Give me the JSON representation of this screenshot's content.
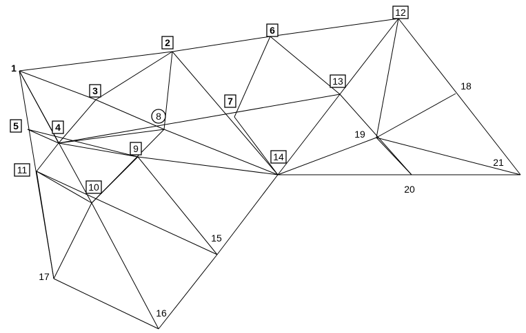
{
  "diagram": {
    "colors": {
      "stroke": "#000000",
      "background": "#ffffff"
    },
    "nodes": [
      {
        "id": "1",
        "label": "1",
        "style": "plain-bold"
      },
      {
        "id": "2",
        "label": "2",
        "style": "box-bold"
      },
      {
        "id": "3",
        "label": "3",
        "style": "box-bold"
      },
      {
        "id": "4",
        "label": "4",
        "style": "box-bold"
      },
      {
        "id": "5",
        "label": "5",
        "style": "box-bold"
      },
      {
        "id": "6",
        "label": "6",
        "style": "box-bold"
      },
      {
        "id": "7",
        "label": "7",
        "style": "box-bold"
      },
      {
        "id": "8",
        "label": "8",
        "style": "circle"
      },
      {
        "id": "9",
        "label": "9",
        "style": "box"
      },
      {
        "id": "10",
        "label": "10",
        "style": "box"
      },
      {
        "id": "11",
        "label": "11",
        "style": "box"
      },
      {
        "id": "12",
        "label": "12",
        "style": "box"
      },
      {
        "id": "13",
        "label": "13",
        "style": "box"
      },
      {
        "id": "14",
        "label": "14",
        "style": "box"
      },
      {
        "id": "15",
        "label": "15",
        "style": "plain"
      },
      {
        "id": "16",
        "label": "16",
        "style": "plain"
      },
      {
        "id": "17",
        "label": "17",
        "style": "plain"
      },
      {
        "id": "18",
        "label": "18",
        "style": "plain"
      },
      {
        "id": "19",
        "label": "19",
        "style": "plain"
      },
      {
        "id": "20",
        "label": "20",
        "style": "plain"
      },
      {
        "id": "21",
        "label": "21",
        "style": "plain"
      }
    ],
    "edges": [
      [
        "1",
        "2"
      ],
      [
        "2",
        "6"
      ],
      [
        "6",
        "12"
      ],
      [
        "1",
        "3"
      ],
      [
        "3",
        "8"
      ],
      [
        "8",
        "14"
      ],
      [
        "1",
        "4"
      ],
      [
        "1",
        "10"
      ],
      [
        "1",
        "17"
      ],
      [
        "2",
        "3"
      ],
      [
        "3",
        "4"
      ],
      [
        "2",
        "8"
      ],
      [
        "2",
        "14"
      ],
      [
        "6",
        "7"
      ],
      [
        "7",
        "14"
      ],
      [
        "6",
        "13"
      ],
      [
        "13",
        "20"
      ],
      [
        "12",
        "19"
      ],
      [
        "12",
        "13"
      ],
      [
        "13",
        "14"
      ],
      [
        "12",
        "21"
      ],
      [
        "5",
        "4"
      ],
      [
        "5",
        "9"
      ],
      [
        "4",
        "9"
      ],
      [
        "9",
        "14"
      ],
      [
        "4",
        "13"
      ],
      [
        "4",
        "11"
      ],
      [
        "4",
        "8"
      ],
      [
        "8",
        "10"
      ],
      [
        "10",
        "9"
      ],
      [
        "9",
        "15"
      ],
      [
        "11",
        "10"
      ],
      [
        "11",
        "15"
      ],
      [
        "11",
        "17"
      ],
      [
        "10",
        "17"
      ],
      [
        "10",
        "16"
      ],
      [
        "16",
        "17"
      ],
      [
        "15",
        "16"
      ],
      [
        "14",
        "15"
      ],
      [
        "14",
        "19"
      ],
      [
        "14",
        "21"
      ],
      [
        "19",
        "18"
      ],
      [
        "19",
        "21"
      ],
      [
        "19",
        "20"
      ]
    ]
  }
}
